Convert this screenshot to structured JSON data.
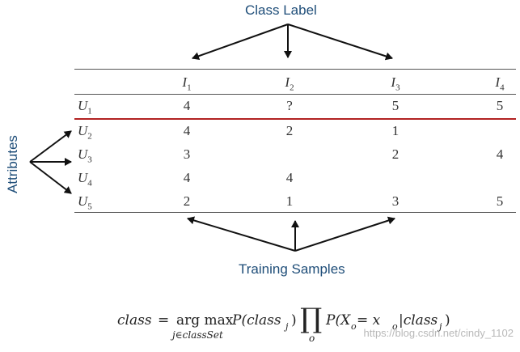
{
  "labels": {
    "class_label": "Class Label",
    "attributes": "Attributes",
    "training_samples": "Training Samples"
  },
  "table": {
    "columns": [
      {
        "base": "I",
        "sub": "1"
      },
      {
        "base": "I",
        "sub": "2"
      },
      {
        "base": "I",
        "sub": "3"
      },
      {
        "base": "I",
        "sub": "4"
      }
    ],
    "rows": [
      {
        "base": "U",
        "sub": "1",
        "cells": [
          "4",
          "?",
          "5",
          "5"
        ]
      },
      {
        "base": "U",
        "sub": "2",
        "cells": [
          "4",
          "2",
          "1",
          ""
        ]
      },
      {
        "base": "U",
        "sub": "3",
        "cells": [
          "3",
          "",
          "2",
          "4"
        ]
      },
      {
        "base": "U",
        "sub": "4",
        "cells": [
          "4",
          "4",
          "",
          ""
        ]
      },
      {
        "base": "U",
        "sub": "5",
        "cells": [
          "2",
          "1",
          "3",
          "5"
        ]
      }
    ]
  },
  "formula": {
    "lhs": "class",
    "equals": "=",
    "argmax": "arg max",
    "argmax_sub": "j∈classSet",
    "p_class": "P(class",
    "j_sub": "j",
    "close_paren": ")",
    "product": "∏",
    "product_sub": "o",
    "p_x": "P(X",
    "o_sub1": "o",
    "eq_x": " = x",
    "o_sub2": "o",
    "given_class": "|class",
    "j_sub2": "j",
    "close2": ")"
  },
  "watermark": "https://blog.csdn.net/cindy_1102",
  "colors": {
    "label_blue": "#1f4e79",
    "separator_red": "#b22222",
    "rule_gray": "#555555"
  }
}
